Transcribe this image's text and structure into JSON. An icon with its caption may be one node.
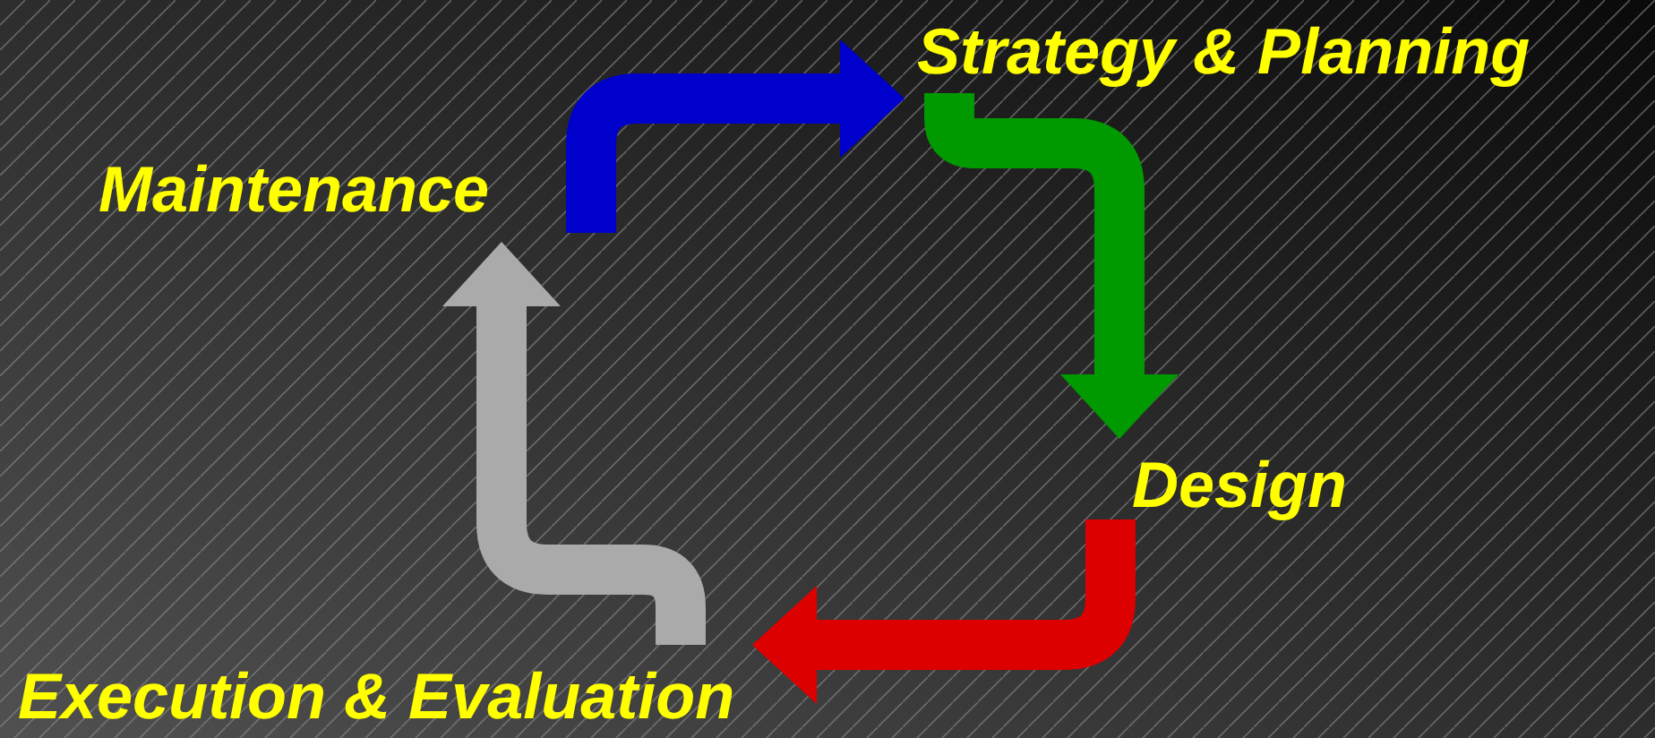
{
  "diagram": {
    "nodes": [
      {
        "text": [
          "Strategy & Planning"
        ]
      },
      {
        "text": [
          "Maintenance"
        ]
      },
      {
        "text": [
          "Design"
        ]
      },
      {
        "text": [
          "Execution & Evaluation"
        ]
      }
    ],
    "edges": [
      {
        "from": 1,
        "to": 0,
        "arrow": "to",
        "color": "#0000cc"
      },
      {
        "from": 0,
        "to": 2,
        "arrow": "to",
        "color": "#009900"
      },
      {
        "from": 2,
        "to": 3,
        "arrow": "to",
        "color": "#dd0000"
      },
      {
        "from": 3,
        "to": 1,
        "arrow": "to",
        "color": "#aaaaaa"
      }
    ]
  }
}
